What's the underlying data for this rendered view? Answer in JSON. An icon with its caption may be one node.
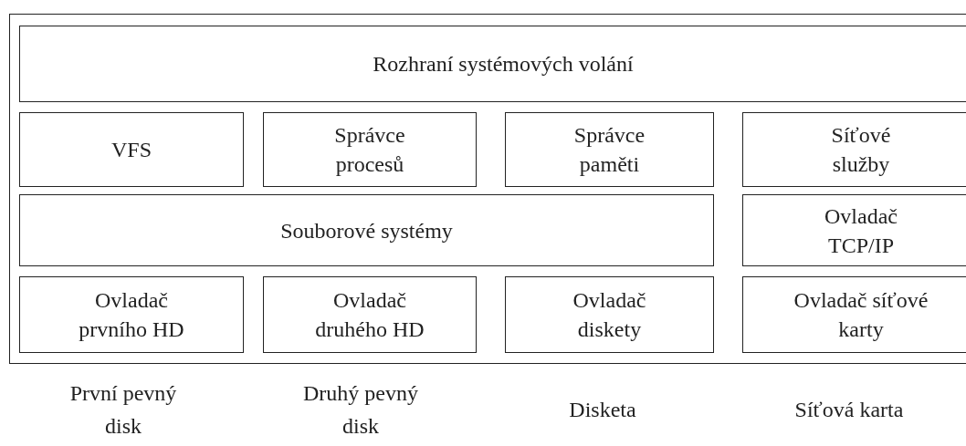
{
  "diagram": {
    "nodes": [
      {
        "text": [],
        "shape": "box"
      },
      {
        "text": [
          "Rozhraní systémových volání"
        ],
        "in": 0
      },
      {
        "text": [
          "VFS"
        ],
        "in": 0
      },
      {
        "text": [
          "Správce procesů"
        ],
        "in": 0
      },
      {
        "text": [
          "Správce paměti"
        ],
        "in": 0
      },
      {
        "text": [
          "Síťové služby"
        ],
        "in": 0
      },
      {
        "text": [
          "Souborové systémy"
        ],
        "in": 0
      },
      {
        "text": [
          "Ovladač TCP/IP"
        ],
        "in": 0
      },
      {
        "text": [
          "Ovladač prvního HD"
        ],
        "in": 0
      },
      {
        "text": [
          "Ovladač druhého HD"
        ],
        "in": 0
      },
      {
        "text": [
          "Ovladač diskety"
        ],
        "in": 0
      },
      {
        "text": [
          "Ovladač síťové karty"
        ],
        "in": 0
      }
    ],
    "labels": [
      "První pevný disk",
      "Druhý pevný disk",
      "Disketa",
      "Síťová karta"
    ]
  }
}
